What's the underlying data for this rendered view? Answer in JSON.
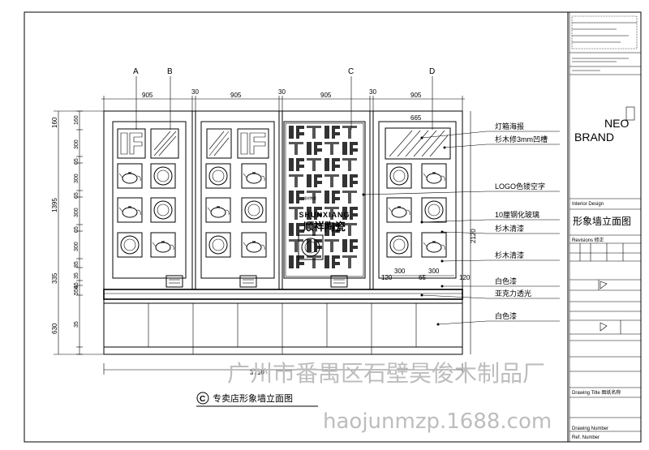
{
  "drawing": {
    "title": "专卖店形象墙立面图",
    "title_marker": "C",
    "section_letters": [
      "A",
      "B",
      "C",
      "D"
    ],
    "top_dims": [
      "905",
      "30",
      "905",
      "30",
      "905",
      "30",
      "905"
    ],
    "d_panel_dim": "665",
    "left_dims_outer": [
      "160",
      "1395",
      "335",
      "630"
    ],
    "left_dims_inner": [
      "160",
      "300",
      "65",
      "300",
      "65",
      "300",
      "65",
      "300",
      "85",
      "35",
      "45",
      "550",
      "35"
    ],
    "bottom_dim": "3710",
    "right_height_dim": "2120",
    "lower_dims": [
      "300",
      "65",
      "300",
      "120",
      "120"
    ],
    "logo_text_en": "SHUNXIANG",
    "logo_text_cn": "顺祥陶瓷",
    "small_logo_text": "顺祥陶瓷"
  },
  "annotations": [
    "灯箱海报",
    "杉木修3mm凹槽",
    "LOGO色镂空字",
    "10厘钢化玻璃",
    "杉木清漆",
    "杉木清漆",
    "白色漆",
    "亚克力透光",
    "白色漆"
  ],
  "title_block": {
    "brand_line1": "NEO",
    "brand_line2": "BRAND",
    "sheet_title": "形象墙立面图",
    "designer_label": "Interior Design",
    "revisions_label": "Revisions 修正",
    "drawing_title_label": "Drawing Title 图纸名称",
    "drawing_number_label": "Drawing Number",
    "ref_number_label": "Ref. Number"
  },
  "watermark": {
    "company": "广州市番禺区石壁昊俊木制品厂",
    "url": "haojunmzp.1688.com"
  }
}
